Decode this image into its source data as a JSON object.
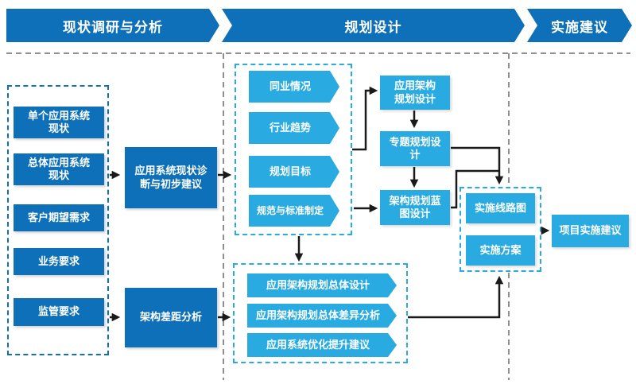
{
  "colors": {
    "primary_blue": "#0d70b8",
    "accent_cyan": "#29abe2",
    "grid_grey": "#8f8f8f",
    "arrow_black": "#1a1a1a"
  },
  "phases": {
    "research": "现状调研与分析",
    "planning": "规划设计",
    "implementation": "实施建议"
  },
  "survey": {
    "inputs": [
      "单个应用系统\n现状",
      "总体应用系统\n现状",
      "客户期望需求",
      "业务要求",
      "监管要求"
    ],
    "diagnosis": "应用系统现状诊\n断与初步建议",
    "gap_analysis": "架构差距分析"
  },
  "planning": {
    "research_items": [
      "同业情况",
      "行业趋势",
      "规划目标",
      "规范与标准制定"
    ],
    "design_steps": [
      "应用架构\n规划设计",
      "专题规划设\n计",
      "架构规划蓝\n图设计"
    ],
    "overall_outputs": [
      "应用架构规划总体设计",
      "应用架构规划总体差异分析",
      "应用系统优化提升建议"
    ]
  },
  "implementation": {
    "items": [
      "实施线路图",
      "实施方案"
    ],
    "final": "项目实施建议"
  }
}
